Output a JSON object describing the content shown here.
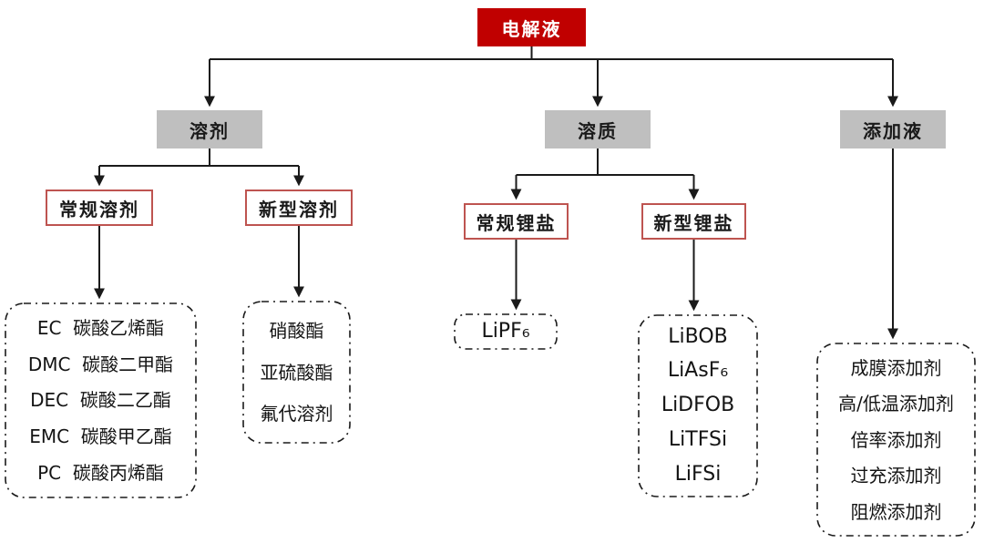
{
  "root": {
    "label": "电解液"
  },
  "level1": {
    "solvent": {
      "label": "溶剂"
    },
    "solute": {
      "label": "溶质"
    },
    "additive": {
      "label": "添加液"
    }
  },
  "level2": {
    "conventional_solvent": {
      "label": "常规溶剂"
    },
    "new_solvent": {
      "label": "新型溶剂"
    },
    "conventional_salt": {
      "label": "常规锂盐"
    },
    "new_salt": {
      "label": "新型锂盐"
    }
  },
  "leaves": {
    "conventional_solvents": {
      "items": [
        "EC  碳酸乙烯酯",
        "DMC  碳酸二甲酯",
        "DEC  碳酸二乙酯",
        "EMC  碳酸甲乙酯",
        "PC  碳酸丙烯酯"
      ]
    },
    "new_solvents": {
      "items": [
        "硝酸酯",
        "亚硫酸酯",
        "氟代溶剂"
      ]
    },
    "conventional_salts": {
      "items": [
        "LiPF₆"
      ]
    },
    "new_salts": {
      "items": [
        "LiBOB",
        "LiAsF₆",
        "LiDFOB",
        "LiTFSi",
        "LiFSi"
      ]
    },
    "additives": {
      "items": [
        "成膜添加剂",
        "高/低温添加剂",
        "倍率添加剂",
        "过充添加剂",
        "阻燃添加剂"
      ]
    }
  },
  "colors": {
    "root_bg": "#C00000",
    "root_text": "#FFFFFF",
    "branch_bg": "#BFBFBF",
    "category_border": "#BE5450",
    "line": "#1A1A1A"
  }
}
